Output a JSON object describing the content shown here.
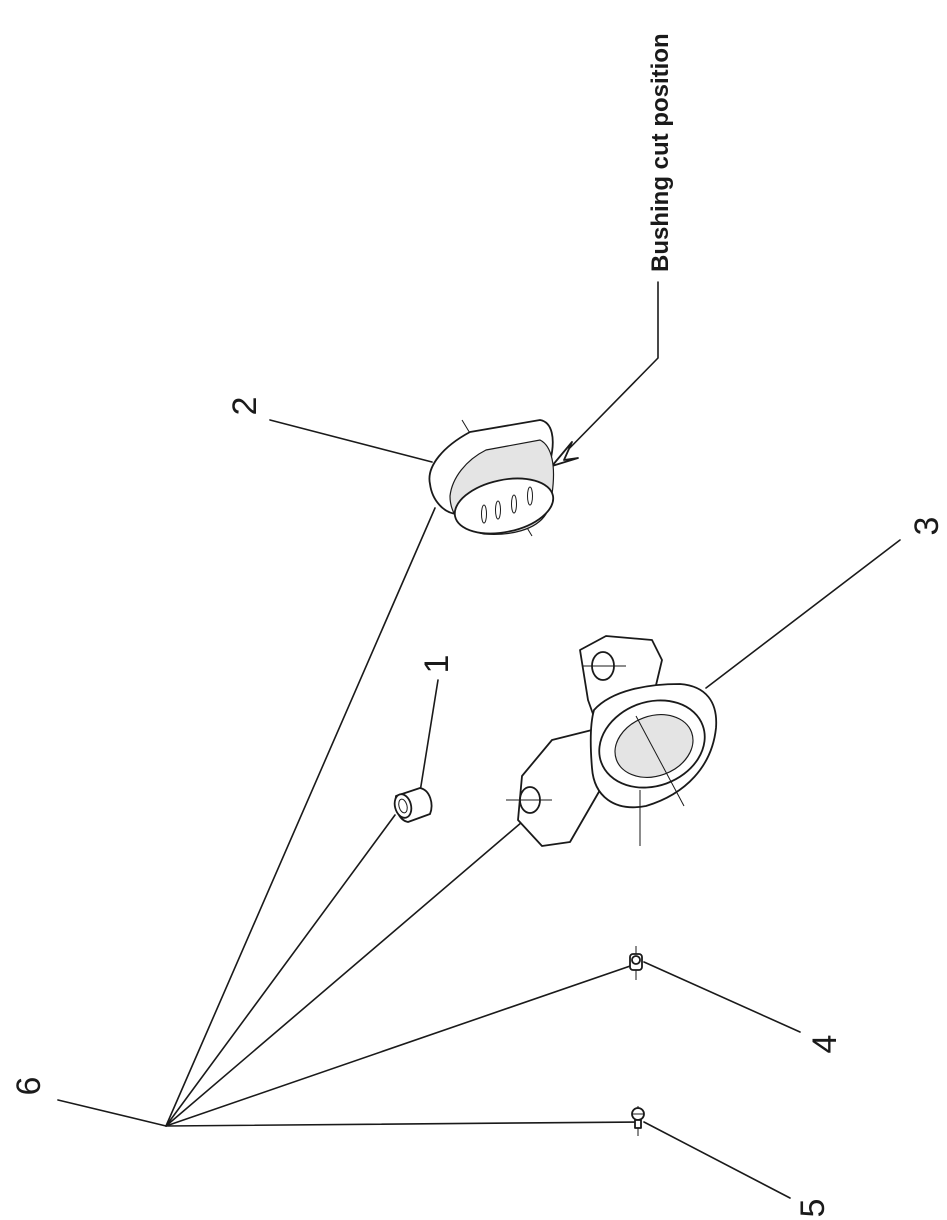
{
  "diagram": {
    "annotation": "Bushing cut  position",
    "callouts": {
      "c1": "1",
      "c2": "2",
      "c3": "3",
      "c4": "4",
      "c5": "5",
      "c6": "6"
    }
  }
}
